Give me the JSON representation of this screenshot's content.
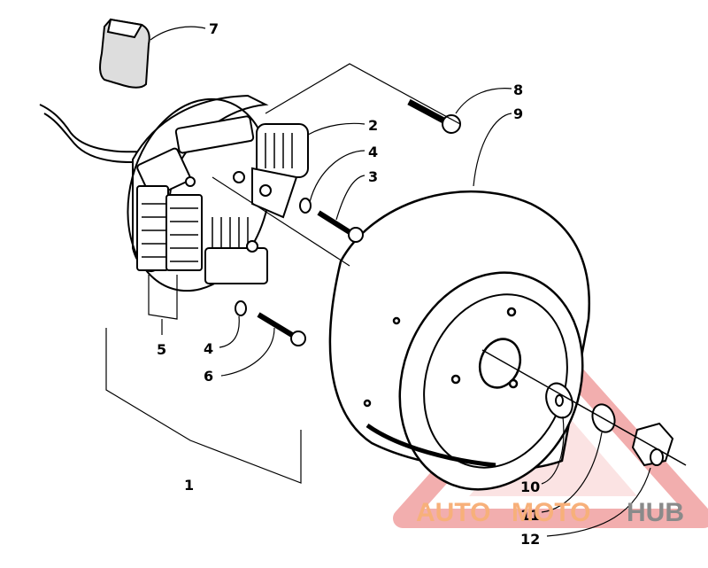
{
  "callouts": {
    "c1": "1",
    "c2": "2",
    "c3": "3",
    "c4a": "4",
    "c4b": "4",
    "c5": "5",
    "c6": "6",
    "c7": "7",
    "c8": "8",
    "c9": "9",
    "c10": "10",
    "c11": "11",
    "c12": "12"
  },
  "watermark": {
    "text_auto": "AUTO",
    "text_moto": "MOTO",
    "text_hub": "HUB",
    "color_accent": "#f0a0a0",
    "color_orange": "#f7b07a",
    "color_gray": "#8a8a8a"
  }
}
